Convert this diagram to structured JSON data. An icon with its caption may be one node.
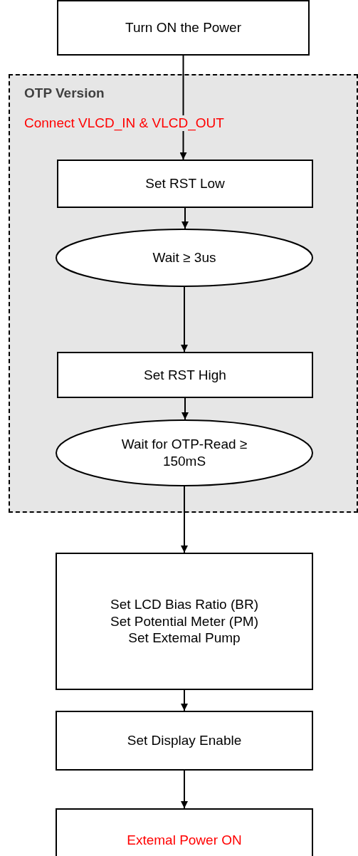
{
  "diagram": {
    "nodes": [
      {
        "text": [
          "Turn ON the Power"
        ]
      },
      {
        "text": [
          "OTP Version",
          "Connect VLCD_IN & VLCD_OUT"
        ]
      },
      {
        "text": [
          "Set RST Low"
        ],
        "in": 1
      },
      {
        "text": [
          "Wait ≥ 3us"
        ],
        "in": 1
      },
      {
        "text": [
          "Set RST High"
        ],
        "in": 1
      },
      {
        "text": [
          "Wait for OTP-Read ≥ 150mS"
        ],
        "in": 1
      },
      {
        "text": [
          "Set LCD Bias Ratio (BR)",
          "Set Potential Meter (PM)",
          "Set Extemal Pump"
        ]
      },
      {
        "text": [
          "Set Display Enable"
        ]
      },
      {
        "text": [
          "Extemal Power ON"
        ]
      }
    ],
    "edges": [
      {
        "from": 0,
        "to": 2,
        "arrow": "to"
      },
      {
        "from": 2,
        "to": 3,
        "arrow": "to"
      },
      {
        "from": 3,
        "to": 4,
        "arrow": "to"
      },
      {
        "from": 4,
        "to": 5,
        "arrow": "to"
      },
      {
        "from": 5,
        "to": 6,
        "arrow": "to"
      },
      {
        "from": 6,
        "to": 7,
        "arrow": "to"
      },
      {
        "from": 7,
        "to": 8,
        "arrow": "to"
      }
    ]
  }
}
